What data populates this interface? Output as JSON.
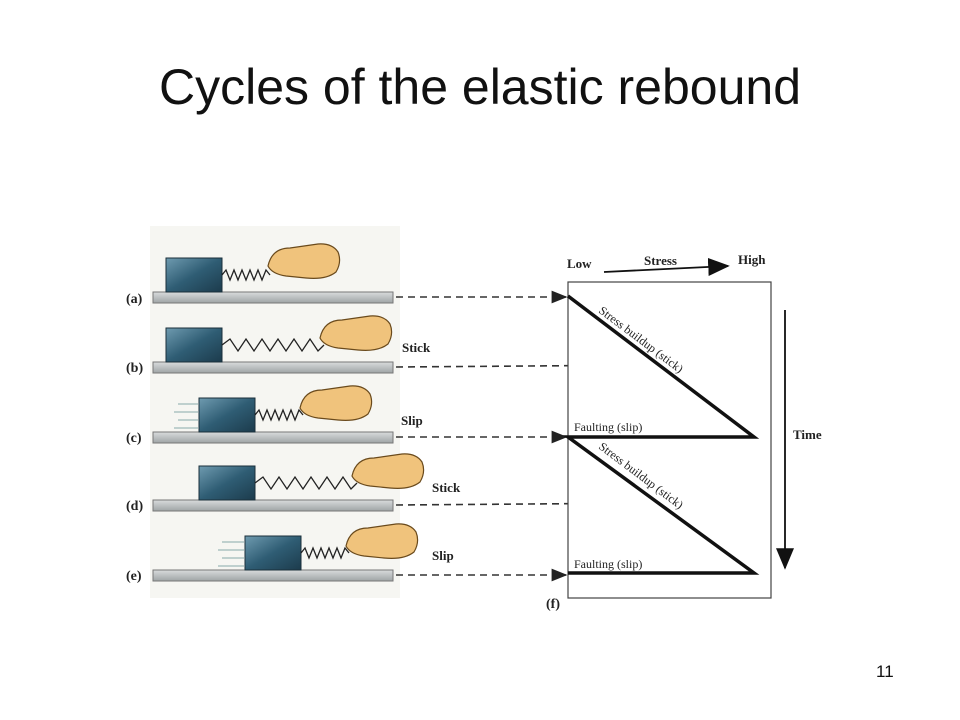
{
  "slide": {
    "title": "Cycles of the elastic rebound",
    "page_number": "11"
  },
  "figure": {
    "rows": [
      {
        "letter": "(a)",
        "state": ""
      },
      {
        "letter": "(b)",
        "state": "Stick"
      },
      {
        "letter": "(c)",
        "state": "Slip"
      },
      {
        "letter": "(d)",
        "state": "Stick"
      },
      {
        "letter": "(e)",
        "state": "Slip"
      }
    ],
    "final_letter": "(f)",
    "axis": {
      "low": "Low",
      "stress": "Stress",
      "high": "High",
      "time": "Time"
    },
    "labels": {
      "buildup_1": "Stress buildup (stick)",
      "buildup_2": "Stress buildup (stick)",
      "faulting_1": "Faulting (slip)",
      "faulting_2": "Faulting (slip)"
    },
    "colors": {
      "block": "#2f5d74",
      "hand": "#f0c37c",
      "line": "#111111",
      "dash": "#333333"
    }
  }
}
